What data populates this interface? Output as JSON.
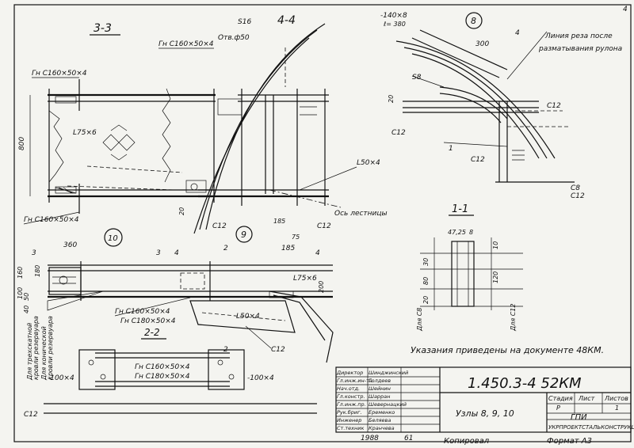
{
  "page_number": "4",
  "sections": {
    "s33": "3-3",
    "s44": "4-4",
    "s11": "1-1",
    "s22": "2-2"
  },
  "node_marks": {
    "n8": "8",
    "n9": "9",
    "n10": "10"
  },
  "labels": {
    "gn160_a": "Гн С160×50×4",
    "gn160_b": "Гн С160×50×4",
    "gn160_c": "Гн С160×50×4",
    "gn160_d": "Гн С160×50×4",
    "gn160_e": "Гн С160×50×4",
    "gn180_a": "Гн С180×50×4",
    "gn180_b": "Гн С180×50×4",
    "l75": "L75×6",
    "l75b": "L75×6",
    "l50_a": "L50×4",
    "l50_b": "L50×4",
    "s16": "S16",
    "otv": "Отв.ф50",
    "s8": "S8",
    "c12_a": "С12",
    "c12_b": "С12",
    "c12_c": "С12",
    "c12_d": "С12",
    "c12_e": "С12",
    "c12_f": "С12",
    "c12_g": "С12",
    "c12_h": "С12",
    "c8": "С8",
    "plate_140": "-140×8",
    "plate_l": "ℓ= 380",
    "dim_300": "300",
    "cut_line_1": "Линия реза после",
    "cut_line_2": "разматывания рулона",
    "axis_stair": "Ось лестницы",
    "dim_800": "800",
    "dim_185a": "185",
    "dim_75": "75",
    "dim_20a": "20",
    "dim_20b": "20",
    "dim_360": "360",
    "dim_185b": "185",
    "dim_200": "200",
    "dim_180": "180",
    "dim_100a": "100",
    "dim_160": "160",
    "dim_50": "50",
    "dim_40": "40",
    "dim_472": "47,25",
    "dim_8": "8",
    "dim_10": "10",
    "dim_120": "120",
    "dim_30": "30",
    "dim_80": "80",
    "dim_20c": "20",
    "for_c8": "Для С8",
    "for_c12": "Для С12",
    "plate100_a": "-100×4",
    "plate100_b": "-100×4",
    "cut_mark_2a": "2",
    "cut_mark_2b": "2",
    "cut_mark_3": "3",
    "cut_mark_3b": "3",
    "cut_mark_4": "4",
    "cut_mark_4b": "4",
    "cut_mark_1a": "1",
    "cut_mark_1b": "1",
    "side_note_1": "Для трехскатной",
    "side_note_2": "кровли резервуара",
    "side_note_3": "Для конической",
    "side_note_4": "кровли резервуара"
  },
  "note": "Указания приведены на документе 48КМ.",
  "title_block": {
    "doc_code": "1.450.3-4  52КМ",
    "title": "Узлы 8, 9, 10",
    "stage_h": "Стадия",
    "sheet_h": "Лист",
    "sheets_h": "Листов",
    "stage": "Р",
    "sheet": "",
    "sheets": "1",
    "org": "УКРПРОЕКТСТАЛЬКОНСТРУКЦИЯ",
    "inst": "ГПИ",
    "roles": [
      {
        "role": "Директор",
        "name": "Шинджинский"
      },
      {
        "role": "Гл.инж.ин-та",
        "name": "Голдеев"
      },
      {
        "role": "Нач.отд.",
        "name": "Шейнин"
      },
      {
        "role": "Гл.констр.",
        "name": "Шарран"
      },
      {
        "role": "Гл.инж.пр.",
        "name": "Шевернацкий"
      },
      {
        "role": "Рук.бриг.",
        "name": "Еременко"
      },
      {
        "role": "Инженер",
        "name": "Беляева"
      },
      {
        "role": "Ст.техник",
        "name": "Кранчева"
      }
    ],
    "year": "1988",
    "num": "61",
    "copied": "Копировал",
    "format": "Формат А3"
  }
}
